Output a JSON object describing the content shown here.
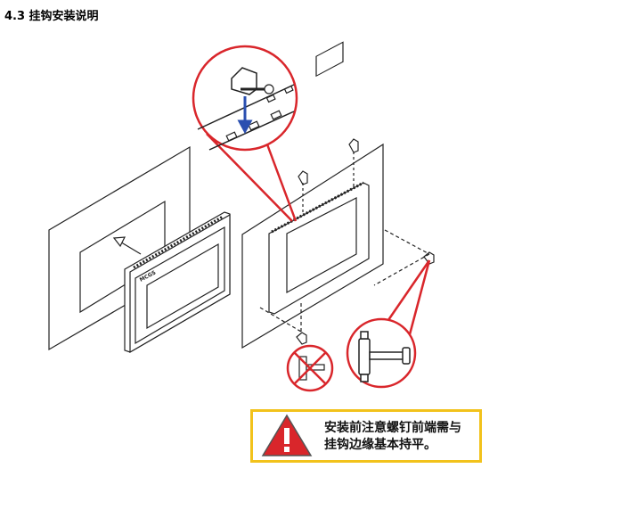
{
  "section_title": "4.3 挂钩安装说明",
  "diagram": {
    "device_logo": "MCGS"
  },
  "warning": {
    "line1": "安装前注意螺钉前端需与",
    "line2": "挂钩边缘基本持平。",
    "icon": "warning-triangle-icon",
    "border_color": "#f2c21b",
    "icon_color": "#d9262b"
  },
  "colors": {
    "callout": "#d9262b",
    "arrow": "#2a4fb0"
  }
}
